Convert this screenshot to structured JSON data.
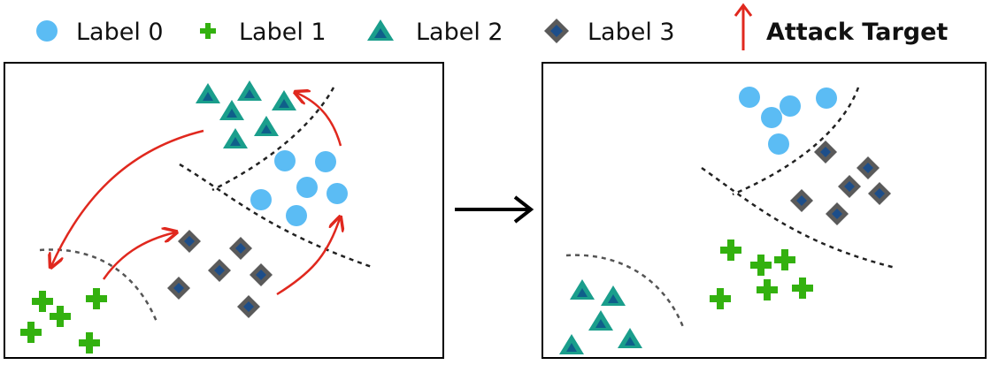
{
  "legend": {
    "label0": "Label 0",
    "label1": "Label 1",
    "label2": "Label 2",
    "label3": "Label 3",
    "attack_target": "Attack Target"
  },
  "colors": {
    "label0_fill": "#5bbcf4",
    "label1_fill": "#33b10f",
    "label2_fill": "#1a9e8c",
    "label2_inner": "#0f5f8a",
    "label3_fill": "#5a5a5a",
    "label3_inner": "#1d4e8a",
    "attack_arrow": "#e0281e",
    "boundary": "#222222",
    "panel_border": "#000000"
  },
  "icons": {
    "label0": "circle",
    "label1": "plus",
    "label2": "triangle",
    "label3": "diamond",
    "attack_target": "up-arrow",
    "transition": "right-arrow"
  }
}
